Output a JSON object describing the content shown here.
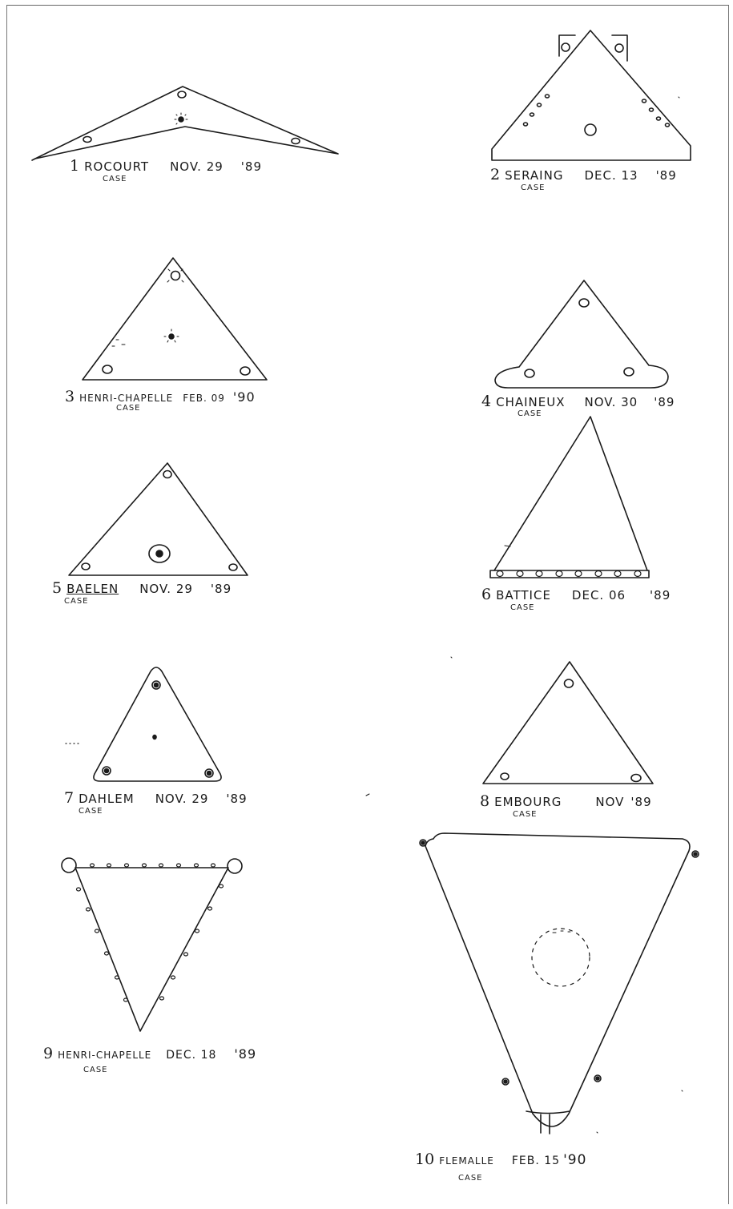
{
  "sightings": [
    {
      "number": "1",
      "place": "ROCOURT",
      "date": "NOV. 29",
      "year": "'89",
      "label": "CASE"
    },
    {
      "number": "2",
      "place": "SERAING",
      "date": "DEC. 13",
      "year": "'89",
      "label": "CASE"
    },
    {
      "number": "3",
      "place": "HENRI-CHAPELLE",
      "date": "FEB. 09",
      "year": "'90",
      "label": "CASE"
    },
    {
      "number": "4",
      "place": "CHAINEUX",
      "date": "NOV. 30",
      "year": "'89",
      "label": "CASE"
    },
    {
      "number": "5",
      "place": "BAELEN",
      "date": "NOV. 29",
      "year": "'89",
      "label": "CASE"
    },
    {
      "number": "6",
      "place": "BATTICE",
      "date": "DEC. 06",
      "year": "'89",
      "label": "CASE"
    },
    {
      "number": "7",
      "place": "DAHLEM",
      "date": "NOV. 29",
      "year": "'89",
      "label": "CASE"
    },
    {
      "number": "8",
      "place": "EMBOURG",
      "date": "NOV",
      "year": "'89",
      "label": "CASE"
    },
    {
      "number": "9",
      "place": "HENRI-CHAPELLE",
      "date": "DEC. 18",
      "year": "'89",
      "label": "CASE"
    },
    {
      "number": "10",
      "place": "FLEMALLE",
      "date": "FEB. 15",
      "year": "'90",
      "label": "CASE"
    }
  ],
  "colors": {
    "ink": "#1a1a1a",
    "paper": "#ffffff",
    "frame": "#777777"
  }
}
